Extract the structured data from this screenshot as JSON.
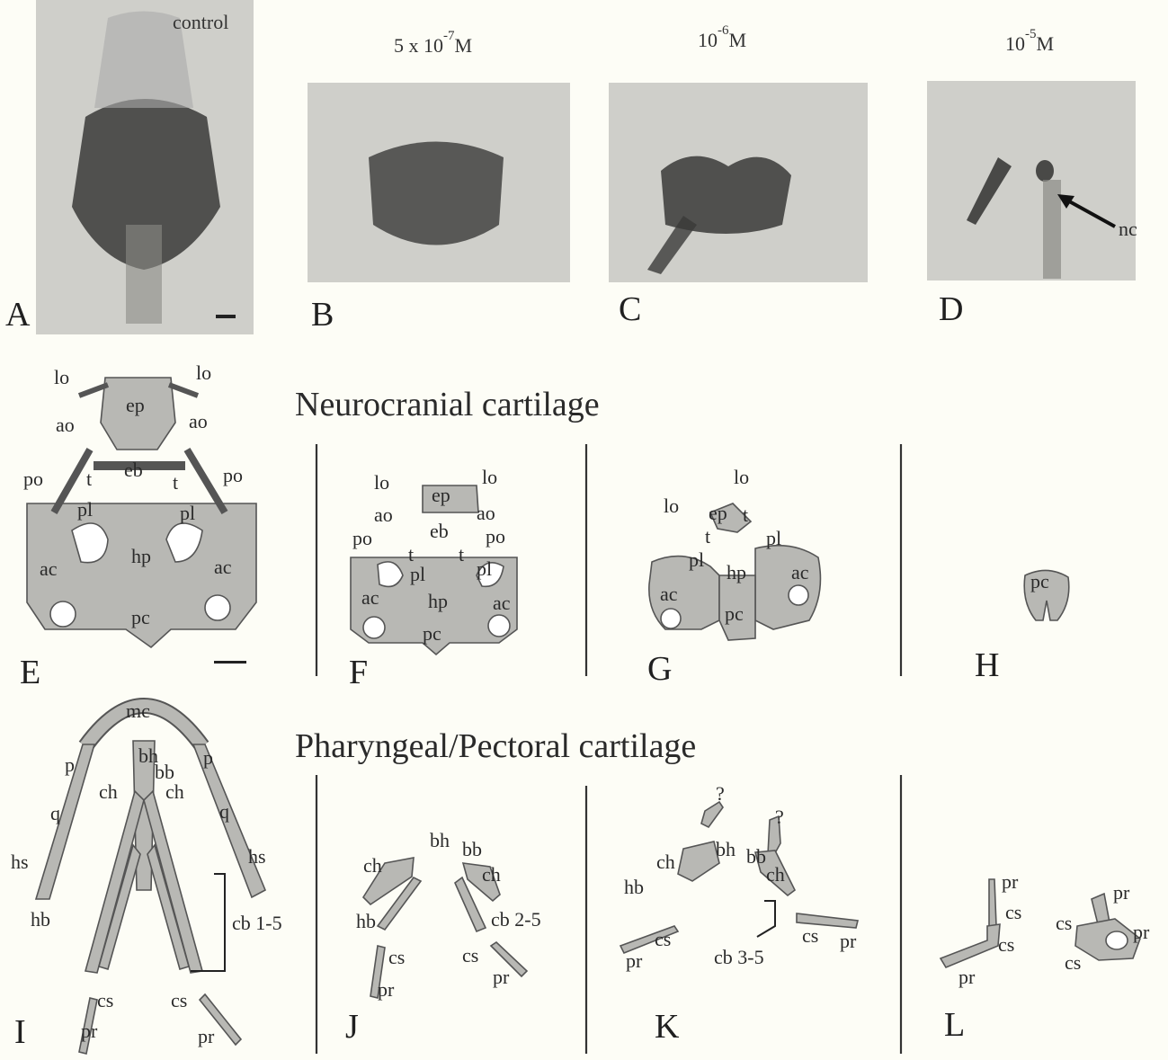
{
  "panels": {
    "A": {
      "letter": "A",
      "caption": "control"
    },
    "B": {
      "letter": "B",
      "caption_base": "5 x 10",
      "caption_exp": "-7",
      "caption_unit": "M"
    },
    "C": {
      "letter": "C",
      "caption_base": "10",
      "caption_exp": "-6",
      "caption_unit": "M"
    },
    "D": {
      "letter": "D",
      "caption_base": "10",
      "caption_exp": "-5",
      "caption_unit": "M",
      "arrow_label": "nc"
    },
    "E": {
      "letter": "E"
    },
    "F": {
      "letter": "F"
    },
    "G": {
      "letter": "G"
    },
    "H": {
      "letter": "H"
    },
    "I": {
      "letter": "I"
    },
    "J": {
      "letter": "J"
    },
    "K": {
      "letter": "K"
    },
    "L": {
      "letter": "L"
    }
  },
  "sections": {
    "neuro": "Neurocranial cartilage",
    "pharyngeal": "Pharyngeal/Pectoral cartilage"
  },
  "labels": {
    "lo": "lo",
    "ao": "ao",
    "ep": "ep",
    "eb": "eb",
    "po": "po",
    "t": "t",
    "pl": "pl",
    "hp": "hp",
    "ac": "ac",
    "pc": "pc",
    "mc": "mc",
    "bh": "bh",
    "bb": "bb",
    "p": "p",
    "ch": "ch",
    "q": "q",
    "hs": "hs",
    "hb": "hb",
    "cb15": "cb 1-5",
    "cb25": "cb 2-5",
    "cb35": "cb 3-5",
    "cs": "cs",
    "pr": "pr",
    "qm": "?"
  }
}
